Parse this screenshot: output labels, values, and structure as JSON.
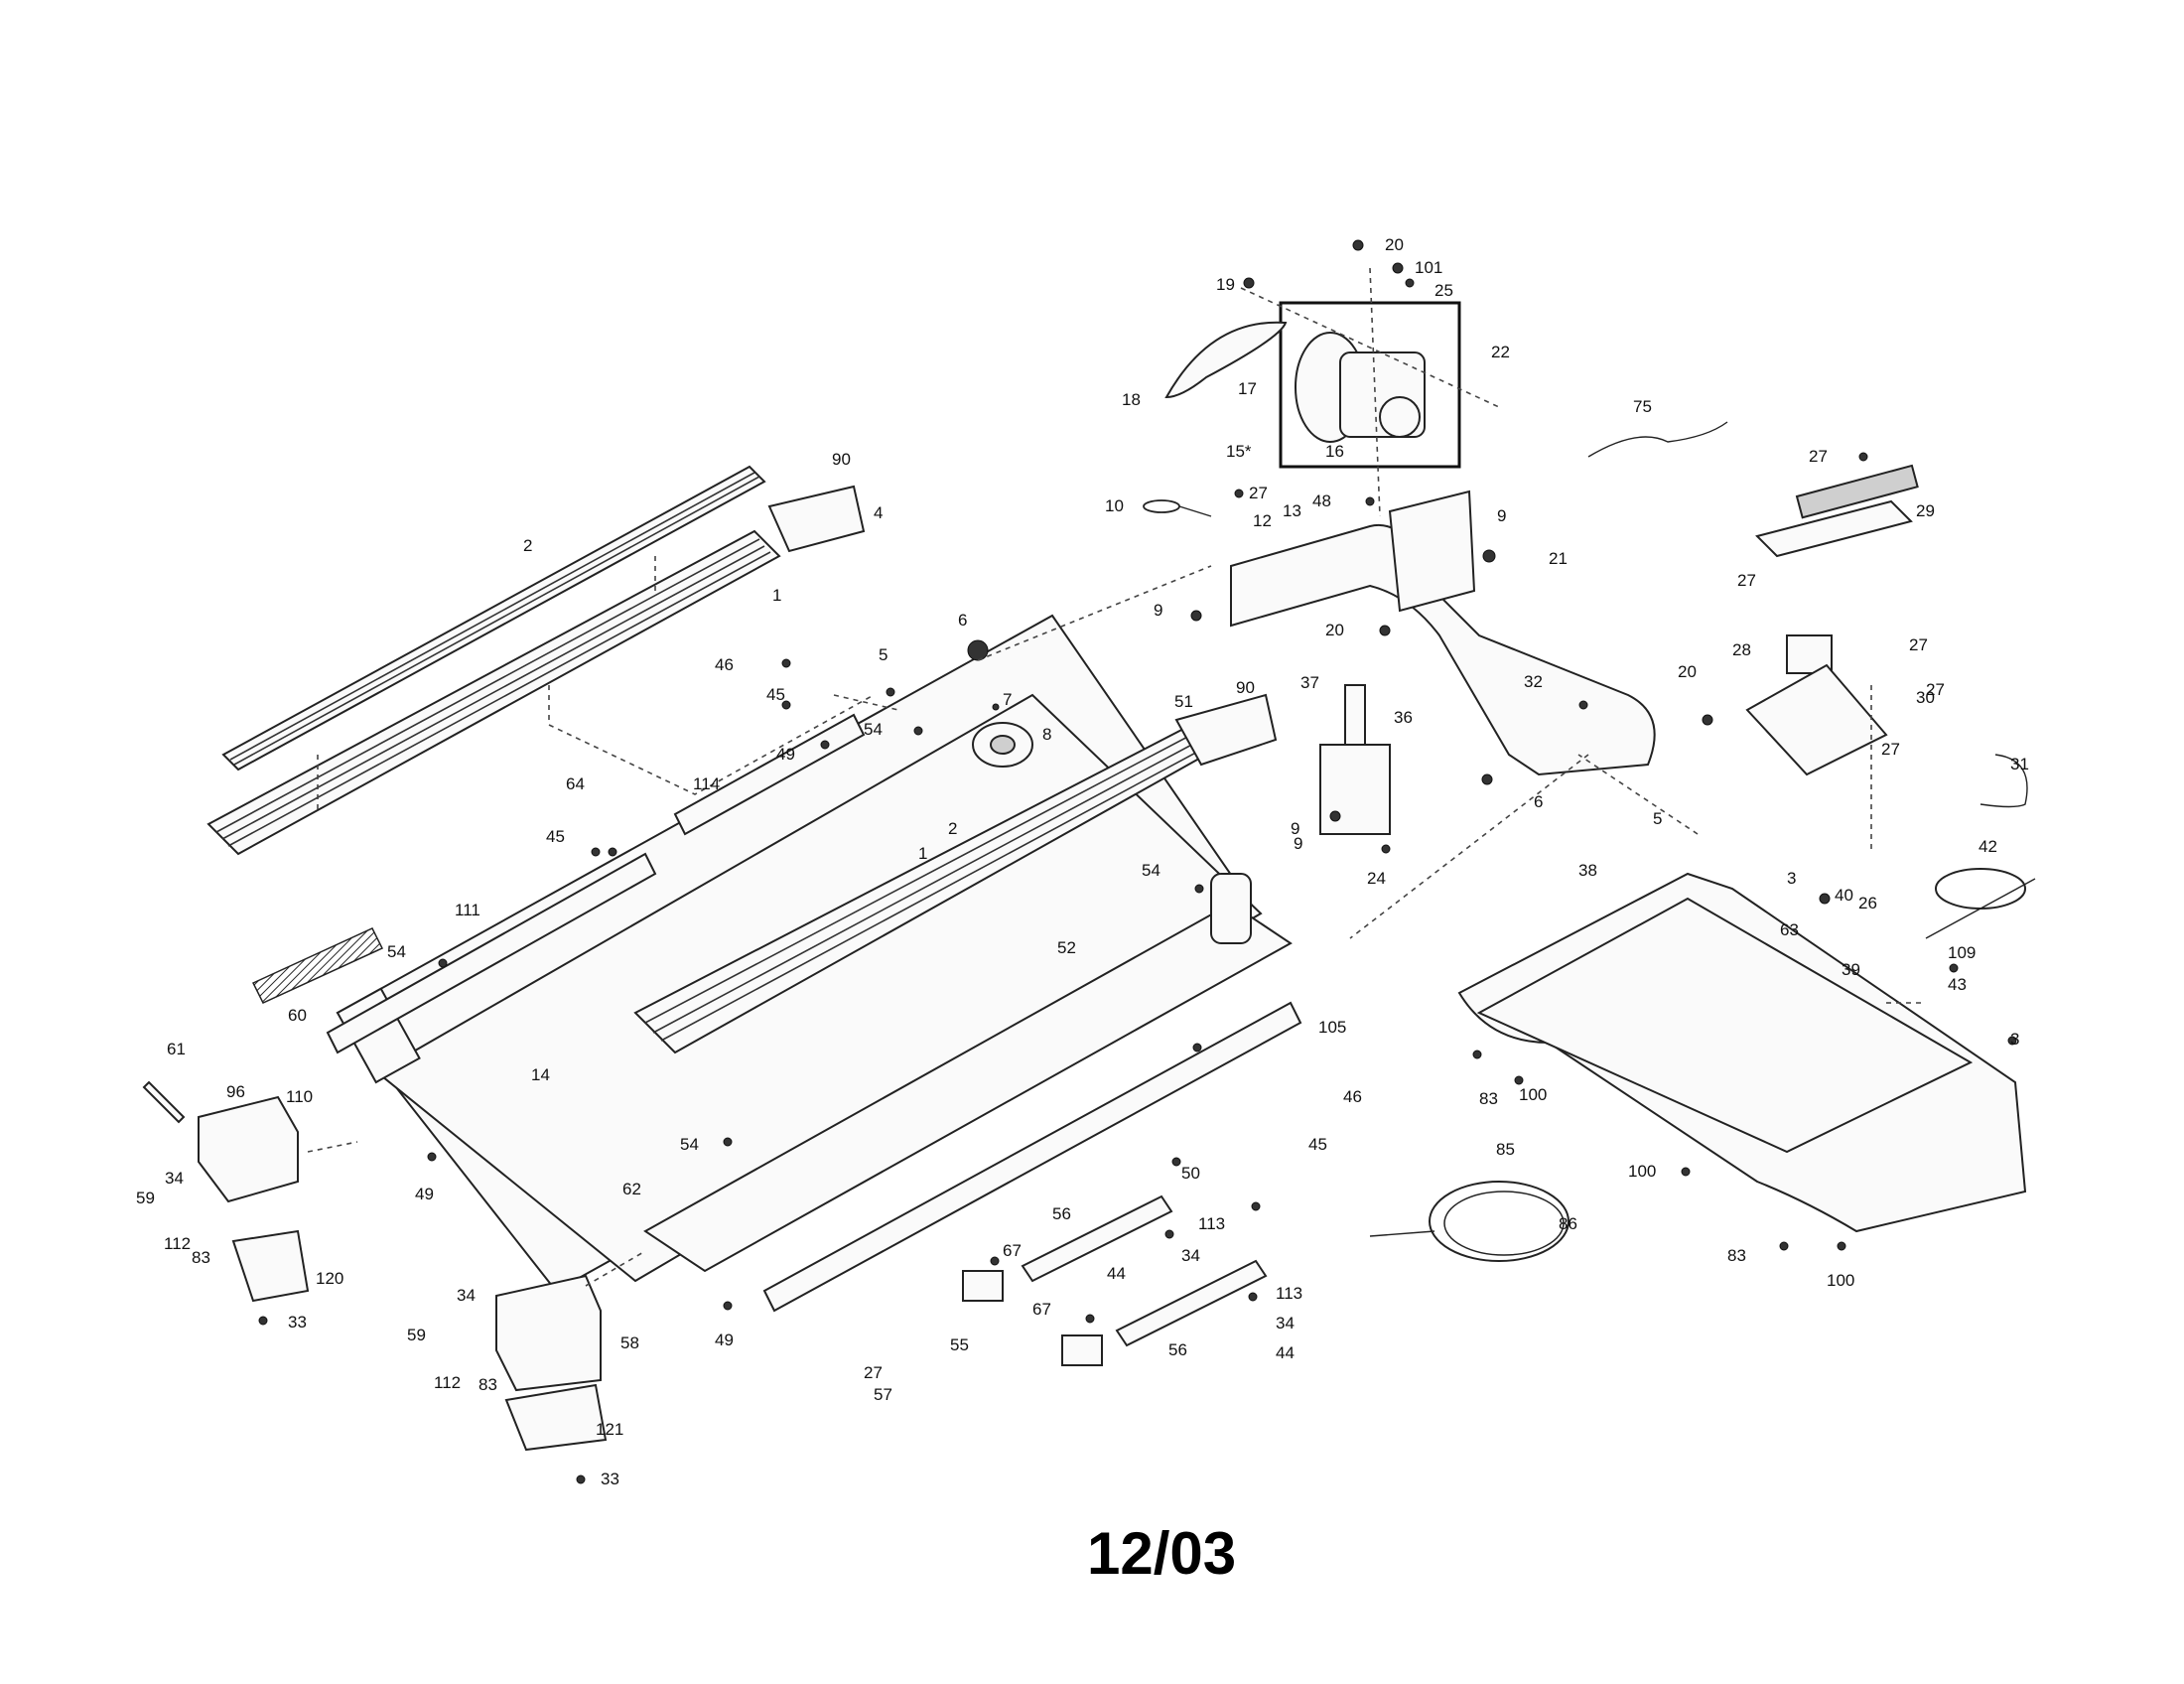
{
  "diagram": {
    "date_code": "12/03",
    "labels": [
      "20",
      "101",
      "25",
      "19",
      "22",
      "17",
      "18",
      "16",
      "15*",
      "75",
      "27",
      "29",
      "90",
      "4",
      "2",
      "1",
      "10",
      "27",
      "12",
      "13",
      "48",
      "9",
      "21",
      "9",
      "20",
      "27",
      "27",
      "28",
      "27",
      "30",
      "27",
      "6",
      "5",
      "7",
      "46",
      "8",
      "54",
      "45",
      "49",
      "90",
      "51",
      "37",
      "36",
      "32",
      "20",
      "31",
      "64",
      "114",
      "45",
      "6",
      "9",
      "5",
      "9",
      "24",
      "42",
      "111",
      "60",
      "54",
      "1",
      "2",
      "54",
      "52",
      "38",
      "3",
      "40",
      "26",
      "63",
      "109",
      "39",
      "43",
      "3",
      "61",
      "96",
      "110",
      "14",
      "49",
      "105",
      "46",
      "45",
      "83",
      "100",
      "100",
      "83",
      "100",
      "50",
      "54",
      "85",
      "86",
      "62",
      "59",
      "34",
      "112",
      "83",
      "120",
      "33",
      "56",
      "113",
      "34",
      "67",
      "44",
      "113",
      "67",
      "34",
      "44",
      "55",
      "56",
      "59",
      "34",
      "112",
      "83",
      "58",
      "27",
      "57",
      "49",
      "121",
      "33"
    ]
  }
}
